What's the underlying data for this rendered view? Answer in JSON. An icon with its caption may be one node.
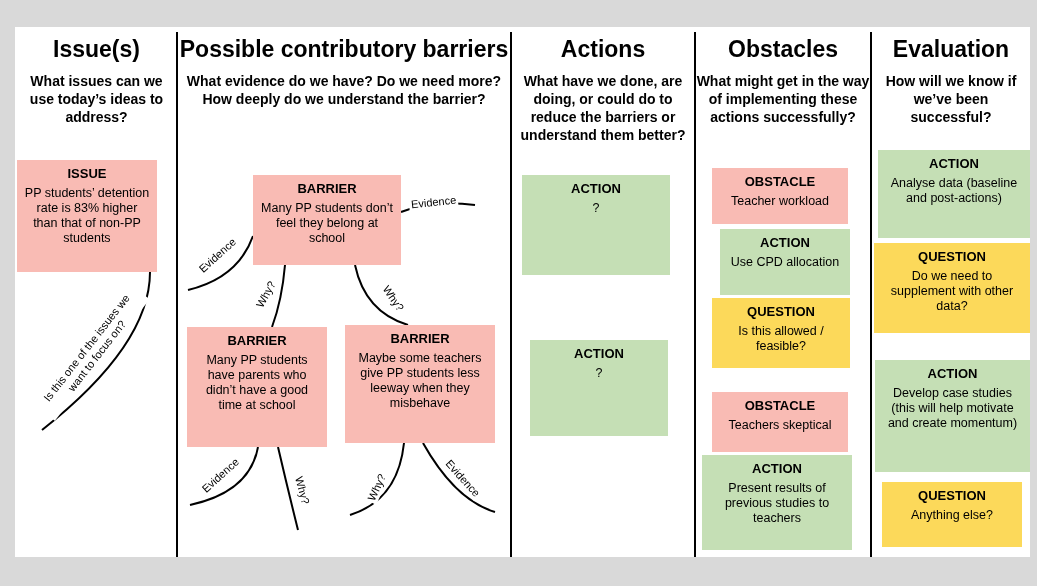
{
  "diagram": {
    "nodes": [
      {
        "text": [
          "ISSUE",
          "PP students’ detention rate is 83% higher than that of non-PP students"
        ]
      },
      {
        "text": [
          "BARRIER",
          "Many PP students don’t feel they belong at school"
        ]
      },
      {
        "text": [
          "BARRIER",
          "Many PP students have parents who didn’t have a good time at school"
        ]
      },
      {
        "text": [
          "BARRIER",
          "Maybe some teachers give PP students less leeway when they misbehave"
        ]
      },
      {
        "text": [
          "ACTION",
          "?"
        ]
      },
      {
        "text": [
          "ACTION",
          "?"
        ]
      },
      {
        "text": [
          "OBSTACLE",
          "Teacher workload"
        ]
      },
      {
        "text": [
          "ACTION",
          "Use CPD allocation"
        ]
      },
      {
        "text": [
          "QUESTION",
          "Is this allowed / feasible?"
        ]
      },
      {
        "text": [
          "OBSTACLE",
          "Teachers skeptical"
        ]
      },
      {
        "text": [
          "ACTION",
          "Present results of previous studies to teachers"
        ]
      },
      {
        "text": [
          "ACTION",
          "Analyse data (baseline and post-actions)"
        ]
      },
      {
        "text": [
          "QUESTION",
          "Do we need to supplement with other data?"
        ]
      },
      {
        "text": [
          "ACTION",
          "Develop case studies (this will help motivate and create momentum)"
        ]
      },
      {
        "text": [
          "QUESTION",
          "Anything else?"
        ]
      }
    ],
    "edges": [
      {
        "from": 0,
        "to": null,
        "arrow": "none",
        "label": "Is this one of the issues we want to focus on?"
      },
      {
        "from": 1,
        "to": null,
        "arrow": "none",
        "label": "Evidence"
      },
      {
        "from": 1,
        "to": null,
        "arrow": "none",
        "label": "Evidence"
      },
      {
        "from": 1,
        "to": 2,
        "arrow": "none",
        "label": "Why?"
      },
      {
        "from": 1,
        "to": 3,
        "arrow": "none",
        "label": "Why?"
      },
      {
        "from": 2,
        "to": null,
        "arrow": "none",
        "label": "Evidence"
      },
      {
        "from": 2,
        "to": null,
        "arrow": "none",
        "label": "Why?"
      },
      {
        "from": 3,
        "to": null,
        "arrow": "none",
        "label": "Why?"
      },
      {
        "from": 3,
        "to": null,
        "arrow": "none",
        "label": "Evidence"
      }
    ],
    "labels": [
      "Issue(s)",
      "What issues can we use today’s ideas to address?",
      "Possible contributory barriers",
      "What evidence do we have? Do we need more? How deeply do we understand the barrier?",
      "Actions",
      "What have we done, are doing, or could do to reduce the barriers or understand them better?",
      "Obstacles",
      "What might get in the way of implementing these actions successfully?",
      "Evaluation",
      "How will we know if we’ve been successful?"
    ]
  }
}
